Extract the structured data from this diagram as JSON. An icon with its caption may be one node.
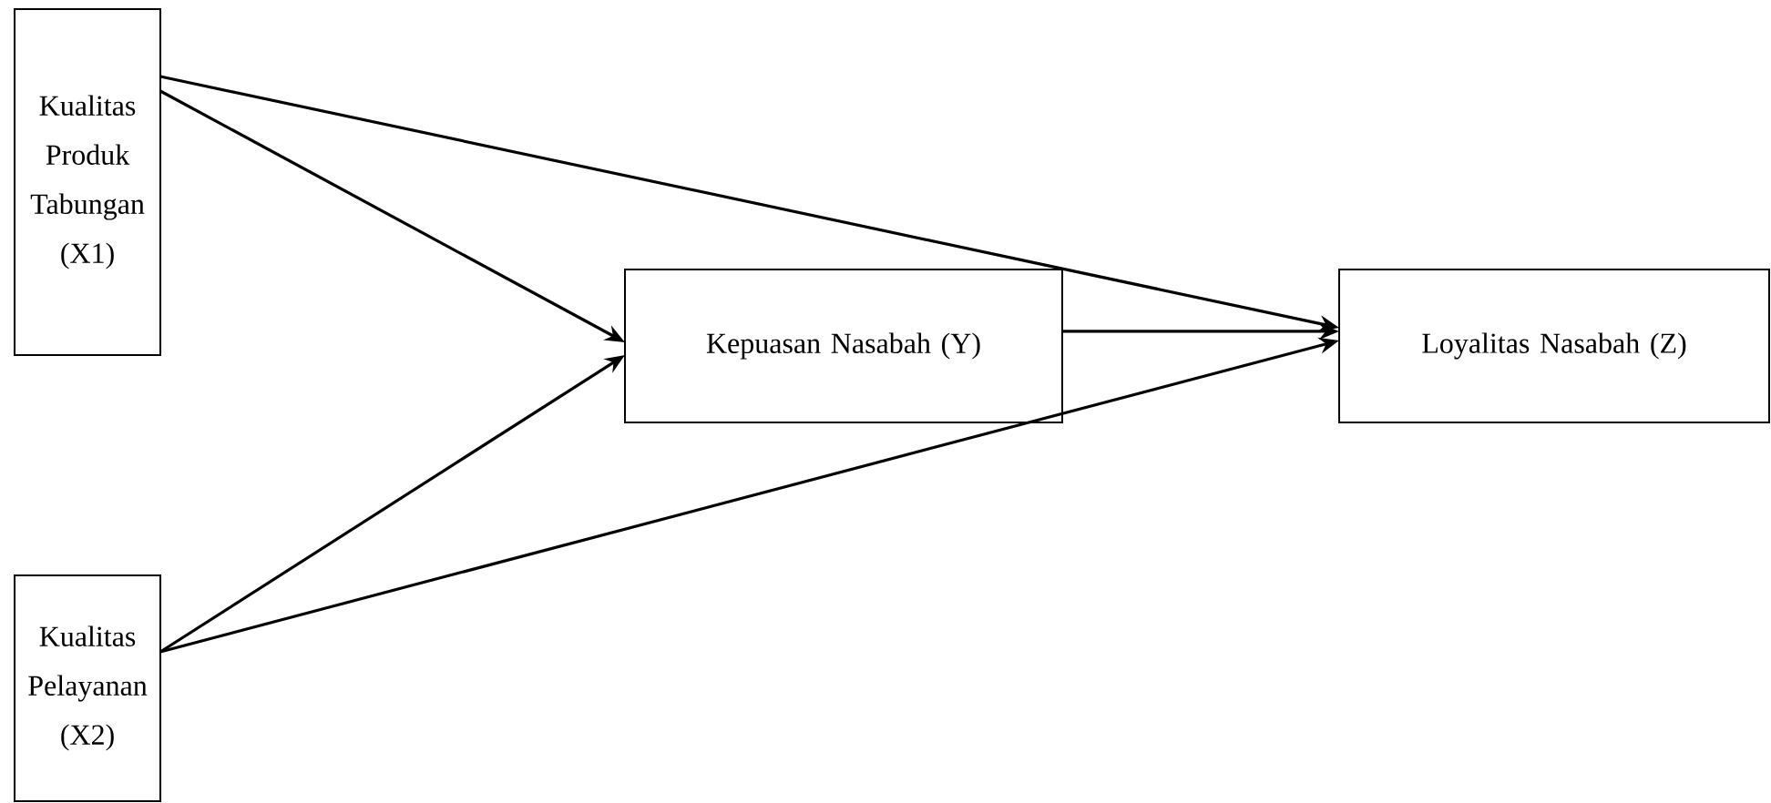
{
  "diagram": {
    "nodes": [
      {
        "text": [
          "Kualitas Produk Tabungan (X1)"
        ]
      },
      {
        "text": [
          "Kepuasan Nasabah (Y)"
        ]
      },
      {
        "text": [
          "Loyalitas Nasabah (Z)"
        ]
      },
      {
        "text": [
          "Kualitas Pelayanan (X2)"
        ]
      }
    ],
    "edges": [
      {
        "from": 0,
        "to": 1,
        "arrow": "to"
      },
      {
        "from": 0,
        "to": 2,
        "arrow": "to"
      },
      {
        "from": 3,
        "to": 1,
        "arrow": "to"
      },
      {
        "from": 3,
        "to": 2,
        "arrow": "to"
      },
      {
        "from": 1,
        "to": 2,
        "arrow": "to"
      }
    ]
  }
}
